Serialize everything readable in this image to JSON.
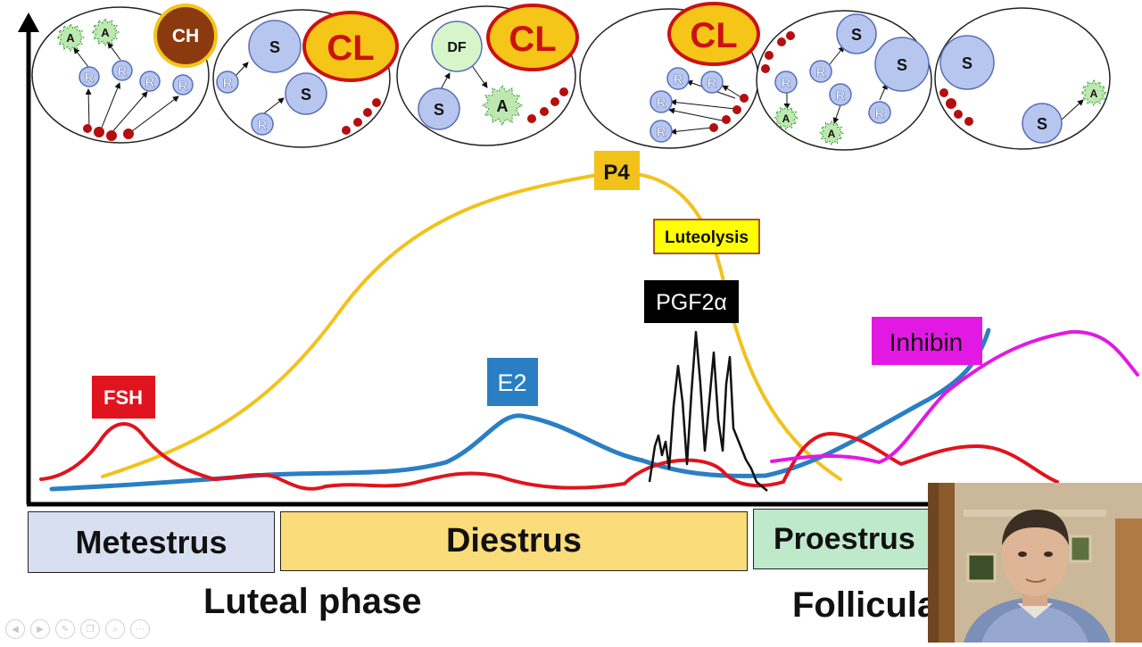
{
  "labels": {
    "ch": "CH",
    "cl": "CL",
    "df": "DF",
    "s": "S",
    "r": "R",
    "a": "A",
    "p4": "P4",
    "luteolysis": "Luteolysis",
    "pgf": "PGF2α",
    "e2": "E2",
    "fsh": "FSH",
    "inhibin": "Inhibin"
  },
  "phases": {
    "metestrus": "Metestrus",
    "diestrus": "Diestrus",
    "proestrus": "Proestrus"
  },
  "bottom": {
    "luteal": "Luteal phase",
    "follicular": "Follicula"
  },
  "colors": {
    "p4": "#f2c21a",
    "e2": "#2a7fc4",
    "fsh": "#e0141e",
    "inhibin": "#e219e2",
    "pgf": "#111111",
    "cl_fill": "#f5c518",
    "cl_border": "#cc1111",
    "cl_text": "#cc1111",
    "ch_fill": "#8b3a0f",
    "follicle": "#b7c6ee",
    "follicle_border": "#5a6fb8",
    "df_fill": "#d6f5c9",
    "atretic": "#bde8b0",
    "dots": "#b50e0e",
    "metestrus_bg": "#d7dff0",
    "diestrus_bg": "#fbdc7a",
    "proestrus_bg": "#bfe9cb"
  },
  "toolbar": {
    "buttons": [
      "back",
      "play",
      "pen",
      "copy",
      "zoom",
      "more"
    ]
  }
}
